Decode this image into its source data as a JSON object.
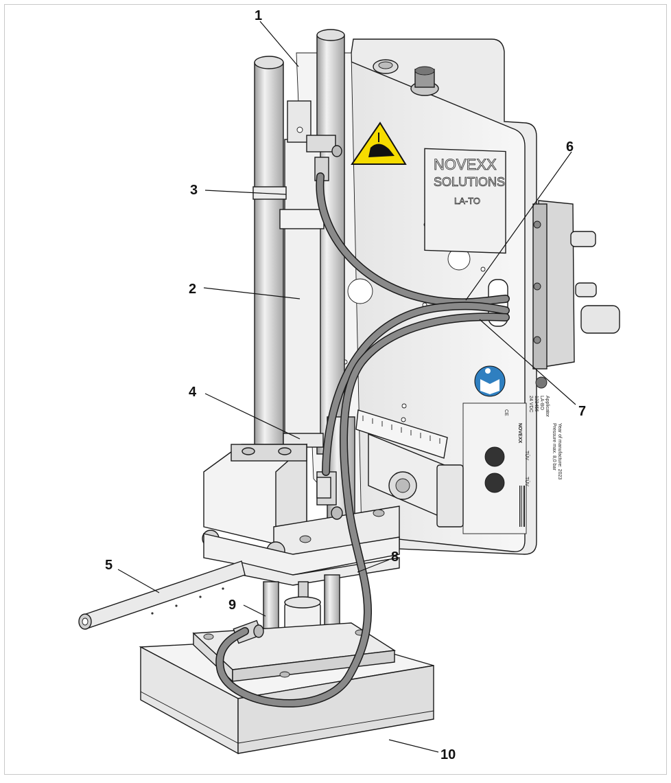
{
  "callouts": [
    {
      "id": "1",
      "label": "1"
    },
    {
      "id": "2",
      "label": "2"
    },
    {
      "id": "3",
      "label": "3"
    },
    {
      "id": "4",
      "label": "4"
    },
    {
      "id": "5",
      "label": "5"
    },
    {
      "id": "6",
      "label": "6"
    },
    {
      "id": "7",
      "label": "7"
    },
    {
      "id": "8",
      "label": "8"
    },
    {
      "id": "9",
      "label": "9"
    },
    {
      "id": "10",
      "label": "10"
    }
  ],
  "brand": {
    "line1": "NOVEXX",
    "line2": "SOLUTIONS",
    "model": "LA-TO"
  },
  "type_plate": {
    "brand": "NOVEXX",
    "lines": [
      "Applicator",
      "LA-BO",
      "123456",
      "24 VDC",
      "Pressure max. 8,0 bar",
      "Year of manufacture: 2023"
    ],
    "marks": [
      "CE",
      "TÜV",
      "TÜV"
    ]
  },
  "colors": {
    "warning_yellow": "#f6dc00",
    "mandatory_blue": "#2f7fc0",
    "hose_gray": "#8a8a8a",
    "line": "#1a1a1a"
  },
  "icons": {
    "warning": "hand-crush-warning-icon",
    "manual": "read-manual-icon"
  }
}
